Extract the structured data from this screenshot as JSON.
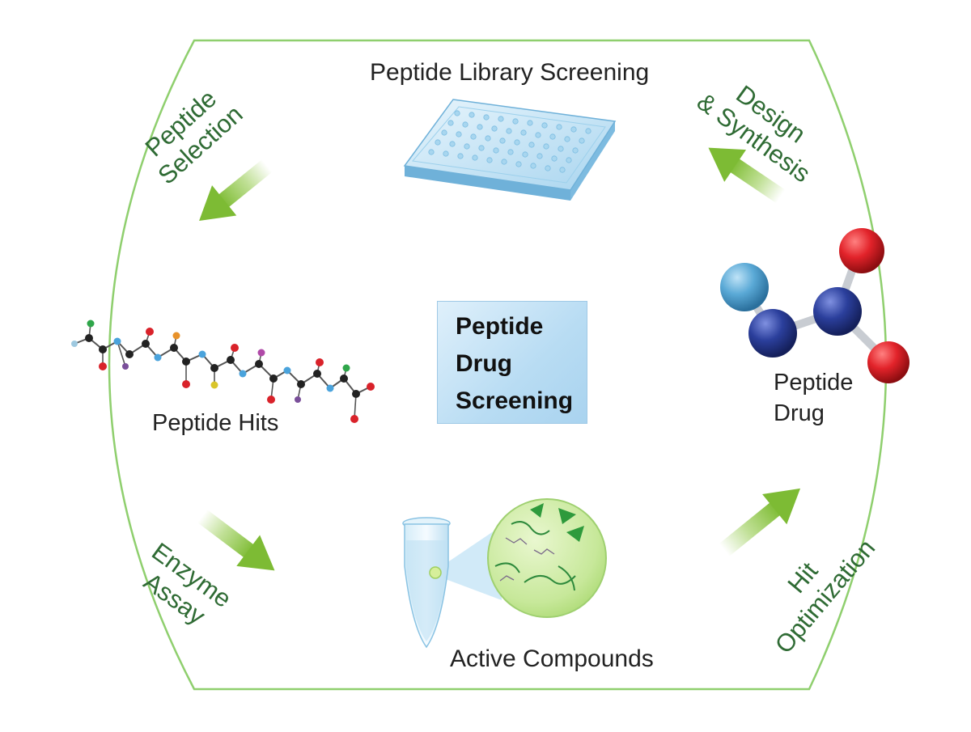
{
  "center": {
    "line1": "Peptide",
    "line2": "Drug",
    "line3": "Screening"
  },
  "nodes": {
    "library": "Peptide Library Screening",
    "hits": "Peptide Hits",
    "compounds": "Active Compounds",
    "drug_line1": "Peptide",
    "drug_line2": "Drug"
  },
  "steps": {
    "selection": {
      "line1": "Peptide",
      "line2": "Selection"
    },
    "design": {
      "line1": "Design",
      "line2": "& Synthesis"
    },
    "enzyme": {
      "line1": "Enzyme",
      "line2": "Assay"
    },
    "hit": {
      "line1": "Hit",
      "line2": "Optimization"
    }
  },
  "colors": {
    "border": "#8fcf6e",
    "arrow": "#8cc63f",
    "step_text": "#2f6b34",
    "center_box": "#b8dcf3",
    "oxygen": "#e2232a",
    "nitrogen": "#2b3f9c",
    "hydrogen_blue": "#5aa9d6"
  }
}
